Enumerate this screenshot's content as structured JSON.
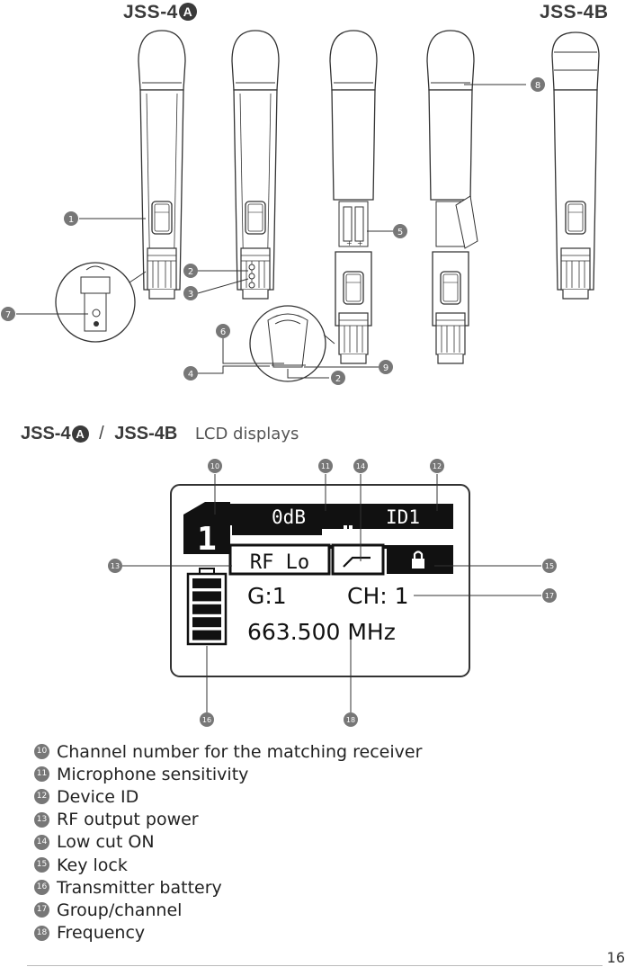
{
  "header": {
    "model_a_prefix": "JSS-4",
    "model_a_badge": "A",
    "model_b": "JSS-4B"
  },
  "callouts": {
    "mic": [
      "1",
      "2",
      "3",
      "4",
      "5",
      "6",
      "7",
      "8",
      "9",
      "2"
    ],
    "lcd": [
      "10",
      "11",
      "14",
      "12",
      "13",
      "15",
      "17",
      "16",
      "18"
    ]
  },
  "section": {
    "model_a_prefix": "JSS-4",
    "model_a_badge": "A",
    "separator": "/",
    "model_b": "JSS-4B",
    "label": "LCD displays"
  },
  "lcd": {
    "channel": "1",
    "sensitivity": "0dB",
    "device_id": "ID1",
    "rf": "RF Lo",
    "group": "G:1",
    "ch": "CH: 1",
    "frequency": "663.500 MHz",
    "battery_bars": 5,
    "low_cut": "on",
    "key_lock": "on"
  },
  "legend": [
    {
      "num": "10",
      "text": "Channel number for the matching receiver"
    },
    {
      "num": "11",
      "text": "Microphone sensitivity"
    },
    {
      "num": "12",
      "text": "Device ID"
    },
    {
      "num": "13",
      "text": "RF output power"
    },
    {
      "num": "14",
      "text": "Low cut ON"
    },
    {
      "num": "15",
      "text": "Key lock"
    },
    {
      "num": "16",
      "text": "Transmitter battery"
    },
    {
      "num": "17",
      "text": "Group/channel"
    },
    {
      "num": "18",
      "text": "Frequency"
    }
  ],
  "page_number": "16"
}
